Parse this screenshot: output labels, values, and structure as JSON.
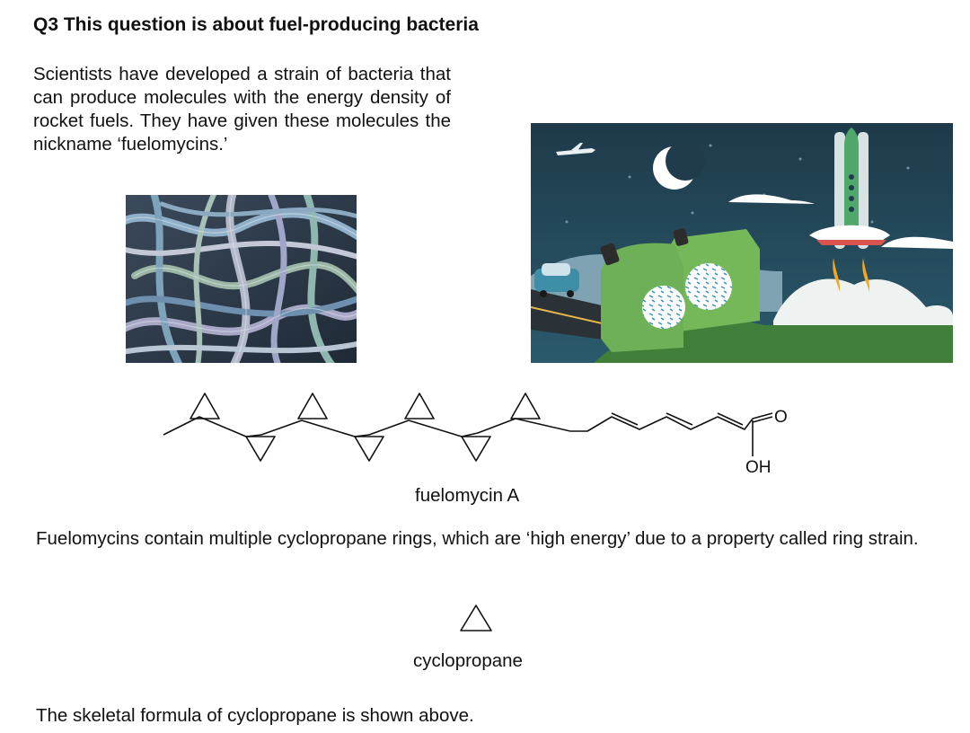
{
  "question": {
    "title": "Q3 This question is about fuel-producing bacteria",
    "intro": "Scientists have developed a strain of bacteria that can produce molecules with the energy density of rocket fuels. They have given these molecules the nickname ‘fuelomycins.’"
  },
  "molecule": {
    "oxygen_label": "O",
    "hydroxyl_label": "OH",
    "name": "fuelomycin A"
  },
  "body_text": {
    "paragraph": "Fuelomycins contain multiple cyclopropane rings, which are ‘high energy’ due to a property called ring strain.",
    "cyclopropane_label": "cyclopropane",
    "closing": "The skeletal formula of cyclopropane is shown above."
  }
}
